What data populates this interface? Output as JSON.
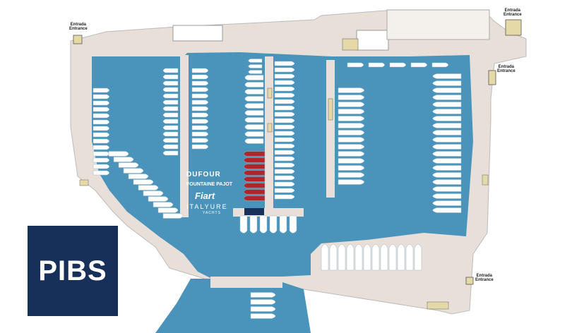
{
  "entrances": [
    {
      "line1": "Entrada",
      "line2": "Entrance"
    },
    {
      "line1": "Entrada",
      "line2": "Entrance"
    },
    {
      "line1": "Entrada",
      "line2": "Entrance"
    },
    {
      "line1": "Entrada",
      "line2": "Entrance"
    }
  ],
  "brands": {
    "dufour": "DUFOUR",
    "fountaine_pajot": "FOUNTAINE PAJOT",
    "fiart": "Fiart",
    "italyure": "ITALYURE",
    "italyure_sub": "YACHTS"
  },
  "logo": {
    "text": "PIBS",
    "color": "#17305a"
  },
  "colors": {
    "water": "#4a94bb",
    "land": "#e8dfd8",
    "boat": "#ffffff",
    "highlight_boat": "#b0252a"
  }
}
